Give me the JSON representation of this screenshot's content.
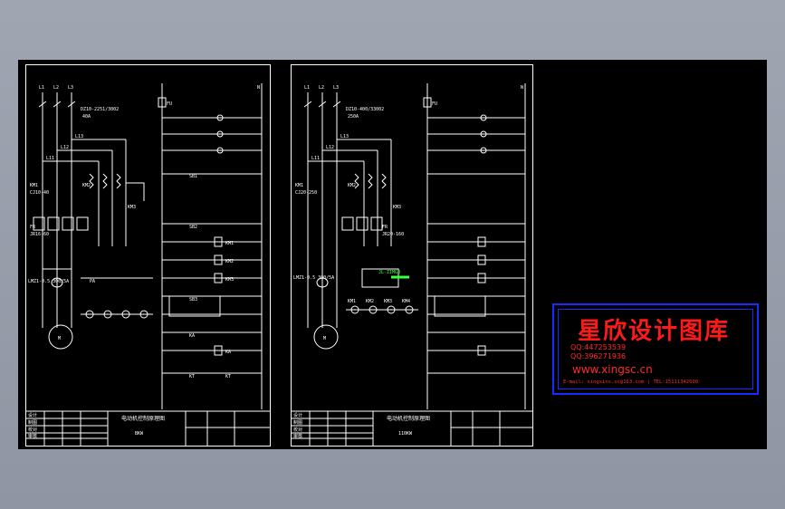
{
  "left_sheet": {
    "phases": [
      "L1",
      "L2",
      "L3"
    ],
    "neutral": "N",
    "breaker_spec": "DZ10-2251/3002",
    "breaker_rating": "40A",
    "bus_labels": [
      "L13",
      "L12",
      "L11"
    ],
    "contactor_labels": [
      "KM1",
      "KM2",
      "KM3"
    ],
    "contactor_spec": "CJ10-40",
    "relay_label": "FR",
    "relay_spec": "JR16-60",
    "ct_label": "LMZ1-0.5 300/5A",
    "meter_label": "PA",
    "motor": "M",
    "fuse": "FU",
    "control_labels": [
      "SB1",
      "SB2",
      "SB3",
      "KA",
      "KT"
    ],
    "coil_labels": [
      "KM1",
      "KM2",
      "KM3",
      "KA",
      "KT"
    ],
    "title_block": {
      "title": "电动机控制原理图",
      "subtitle": "BKW",
      "rows": [
        "设计",
        "制图",
        "校对",
        "审核"
      ]
    }
  },
  "right_sheet": {
    "phases": [
      "L1",
      "L2",
      "L3"
    ],
    "neutral": "N",
    "breaker_spec": "DZ10-400/33002",
    "breaker_rating": "250A",
    "bus_labels": [
      "L13",
      "L12",
      "L11"
    ],
    "contactor_labels": [
      "KM1",
      "KM2",
      "KM3"
    ],
    "contactor_spec": "CJ20-250",
    "relay_label": "FR",
    "relay_spec": "JR20-160",
    "ct_label": "LMZ1-0.5 300/5A",
    "meter_labels": [
      "KM1",
      "KM2",
      "KM3",
      "KM4"
    ],
    "motor": "M",
    "fuse": "FU",
    "highlight_label": "JL-ZIMGO",
    "title_block": {
      "title": "电动机控制原理图",
      "subtitle": "110KW",
      "rows": [
        "设计",
        "制图",
        "校对",
        "审核"
      ]
    }
  },
  "stamp": {
    "title": "星欣设计图库",
    "qq1": "QQ:447253539",
    "qq2": "QQ:396271936",
    "url": "www.xingsc.cn",
    "email": "E-mail: xingxins.sc@163.com | TEL:15111342600",
    "color": "#ff1a1a",
    "border_color": "#1a2bff"
  }
}
